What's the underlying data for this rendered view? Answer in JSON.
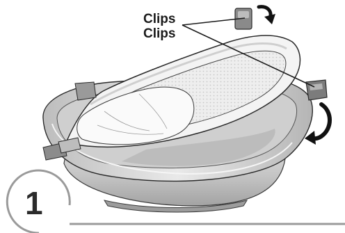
{
  "callouts": {
    "label_1": "Clips",
    "label_2": "Clips"
  },
  "step": {
    "number": "1"
  },
  "colors": {
    "tub_light": "#e6e6e6",
    "tub_mid": "#c9c9c9",
    "tub_dark": "#8f8f8f",
    "sling_fabric": "#f7f7f7",
    "mesh": "#e3e3e3",
    "outline": "#2a2a2a",
    "clip": "#777777",
    "step_circle": "#9a9a9a"
  },
  "icons": {
    "top_arrow": "curved-arrow-down-icon",
    "right_arrow": "curved-arrow-rotate-icon"
  }
}
